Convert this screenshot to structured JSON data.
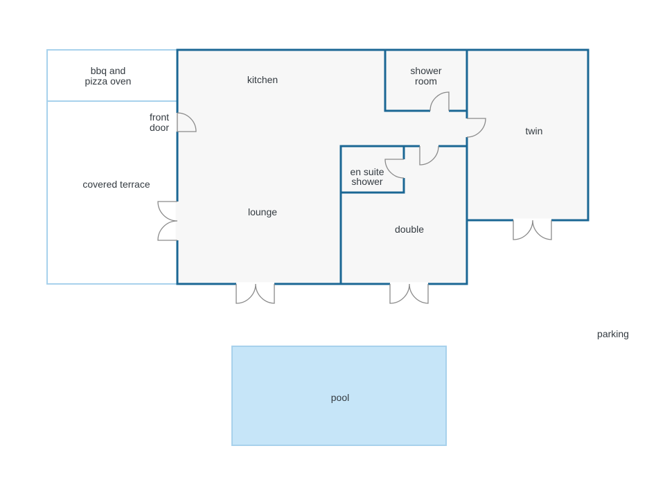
{
  "colors": {
    "wall": "#1b6794",
    "outdoor_outline": "#a7d1ec",
    "floor": "#f7f7f7",
    "pool_fill": "#c6e5f8",
    "pool_stroke": "#a7d1ec",
    "door": "#8a8a8a",
    "text": "#333a40"
  },
  "labels": {
    "bbq": [
      "bbq and",
      "pizza oven"
    ],
    "kitchen": "kitchen",
    "shower_room": [
      "shower",
      "room"
    ],
    "twin": "twin",
    "front_door": [
      "front",
      "door"
    ],
    "covered_terrace": "covered terrace",
    "en_suite": [
      "en suite",
      "shower"
    ],
    "lounge": "lounge",
    "double": "double",
    "parking": "parking",
    "pool": "pool"
  }
}
